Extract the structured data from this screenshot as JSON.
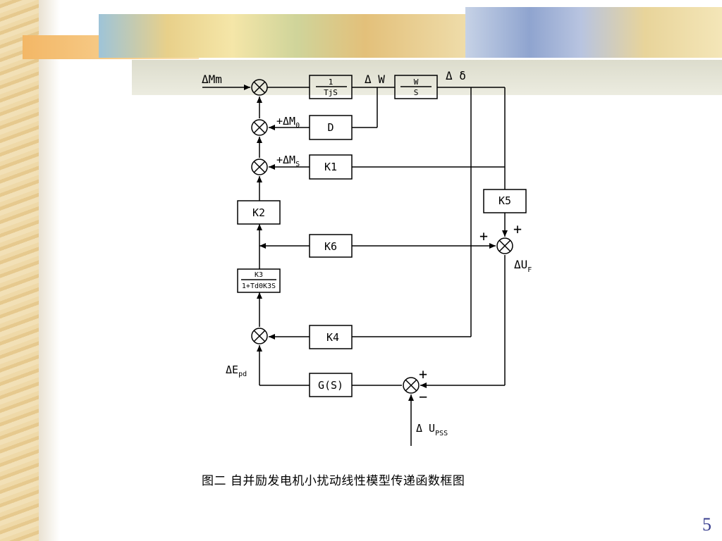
{
  "diagram": {
    "inputs": {
      "mm": "ΔMm",
      "m0_prefix": "+ΔM",
      "m0_sub": "0",
      "ms_prefix": "+ΔM",
      "ms_sub": "S",
      "epd_prefix": "ΔE",
      "epd_sub": "pd",
      "upss_prefix": "Δ U",
      "upss_sub": "PSS"
    },
    "signals": {
      "dw": "Δ W",
      "ddelta": "Δ δ",
      "uf_prefix": "ΔU",
      "uf_sub": "F"
    },
    "blocks": {
      "tjs_num": "1",
      "tjs_den": "TjS",
      "ws_num": "W",
      "ws_den": "S",
      "d": "D",
      "k1": "K1",
      "k2": "K2",
      "k3_num": "K3",
      "k3_den": "1+Td0K3S",
      "k4": "K4",
      "k5": "K5",
      "k6": "K6",
      "gs": "G(S)"
    },
    "signs": {
      "uf_k6": "+",
      "uf_k5": "+",
      "sum_top": "+",
      "sum_bottom": "−"
    }
  },
  "caption": "图二  自并励发电机小扰动线性模型传递函数框图",
  "page_number": "5"
}
